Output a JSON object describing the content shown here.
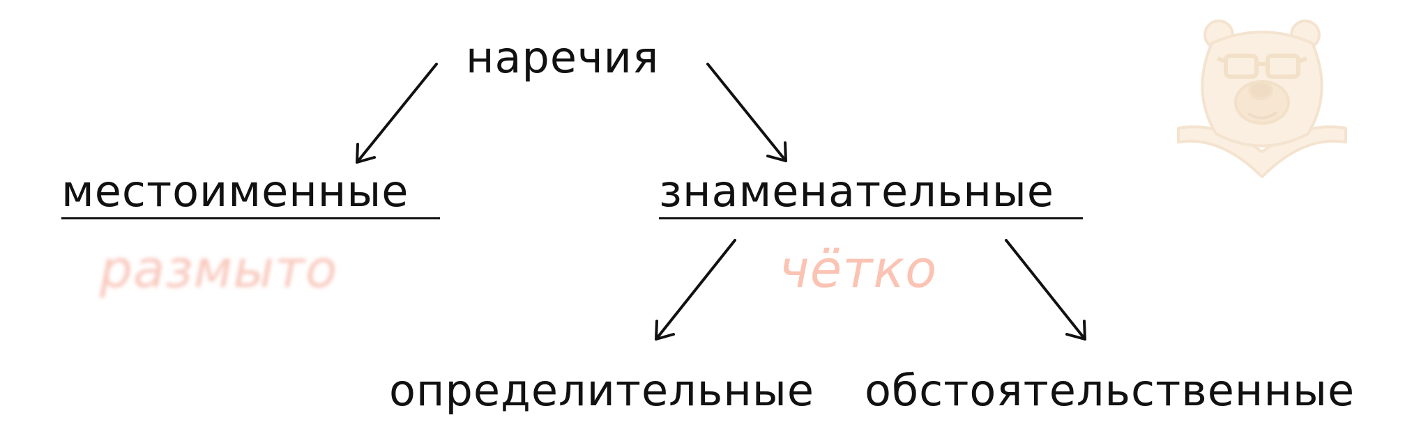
{
  "diagram": {
    "root": "наречия",
    "left": {
      "label": "местоименные",
      "note": "размыто"
    },
    "right": {
      "label": "знаменательные",
      "note": "чётко"
    },
    "children_right": [
      "определительные",
      "обстоятельственные"
    ]
  },
  "colors": {
    "text": "#111111",
    "note_blurred": "#f6b7a8",
    "note_clear": "#fbc3b3",
    "mascot": "#f9ead5"
  },
  "icons": [
    "bear-mascot-icon"
  ]
}
